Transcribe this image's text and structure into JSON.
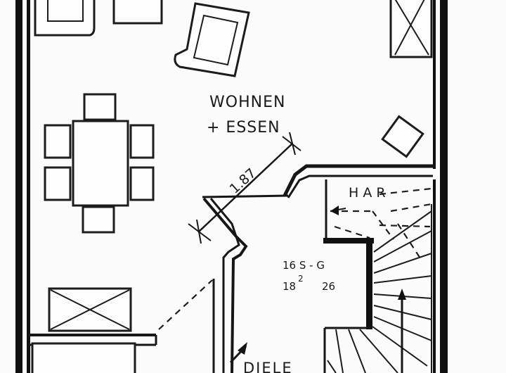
{
  "rooms": {
    "living_line1": "WOHNEN",
    "living_line2": "+ ESSEN",
    "hall": "DIELE",
    "har": "H A R"
  },
  "dimension": {
    "value": "1.87"
  },
  "stair_note": {
    "line1": "16 S - G",
    "line2_a": "18",
    "line2_sup": "2",
    "line2_b": "26"
  }
}
